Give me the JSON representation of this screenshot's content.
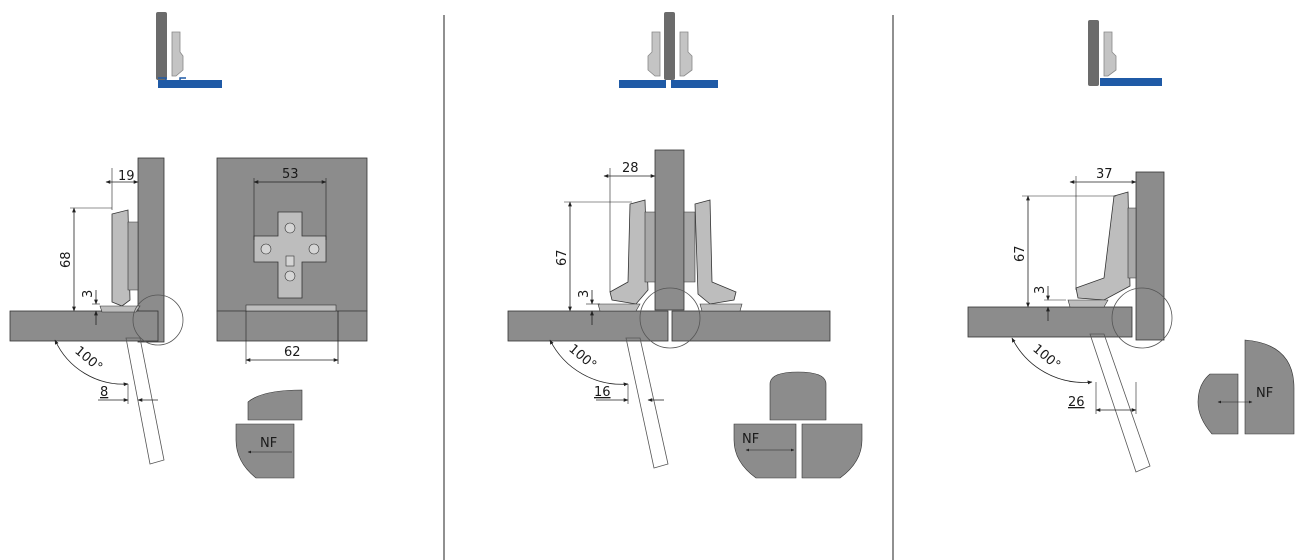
{
  "colors": {
    "panel": "#8c8c8c",
    "panel_light": "#9a9a9a",
    "hinge": "#bdbdbd",
    "accent_blue": "#1f5aa6",
    "divider": "#555555",
    "line": "#222222"
  },
  "panels": [
    {
      "id": "full-overlay",
      "icon": "full-overlay-icon",
      "dimensions": {
        "top_width": "19",
        "height": "68",
        "small_offset": "3",
        "angle": "100°",
        "bottom_offset": "8"
      },
      "plate": {
        "width_top": "53",
        "width_bottom": "62"
      },
      "nf_label": "NF"
    },
    {
      "id": "half-overlay",
      "icon": "half-overlay-icon",
      "dimensions": {
        "top_width": "28",
        "height": "67",
        "small_offset": "3",
        "angle": "100°",
        "bottom_offset": "16"
      },
      "nf_label": "NF"
    },
    {
      "id": "inset",
      "icon": "inset-icon",
      "dimensions": {
        "top_width": "37",
        "height": "67",
        "small_offset": "3",
        "angle": "100°",
        "bottom_offset": "26"
      },
      "nf_label": "NF"
    }
  ]
}
